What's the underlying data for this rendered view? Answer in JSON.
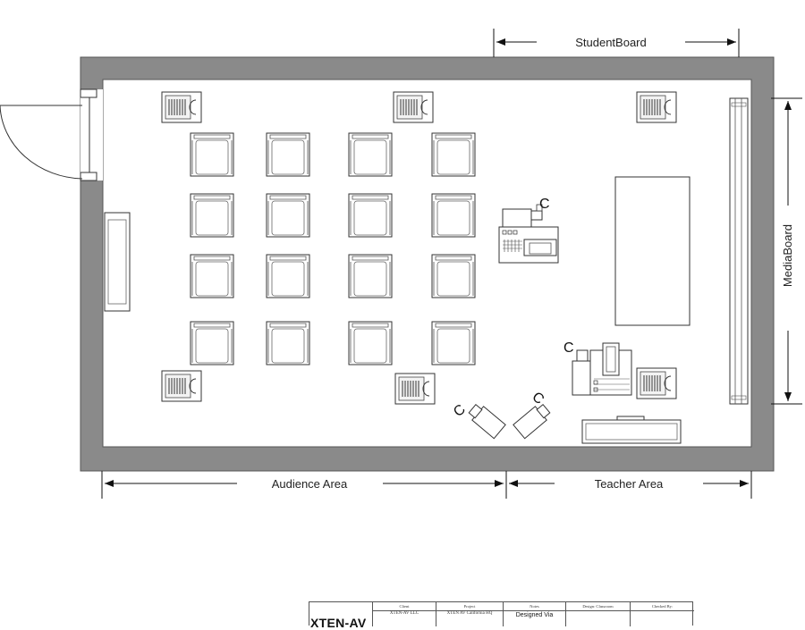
{
  "dimensions": {
    "student_board": "StudentBoard",
    "media_board": "MediaBoard",
    "audience_area": "Audience Area",
    "teacher_area": "Teacher Area"
  },
  "title_block": {
    "logo": "XTEN-AV",
    "columns": [
      {
        "header": "Client",
        "value": "XTEN-AV LLC"
      },
      {
        "header": "Project",
        "value": "XTEN AV California HQ"
      },
      {
        "header": "Notes",
        "value": "Designed Via"
      },
      {
        "header": "Design: Classroom",
        "value": ""
      },
      {
        "header": "Checked By:",
        "value": ""
      }
    ]
  },
  "camera_label": "C"
}
